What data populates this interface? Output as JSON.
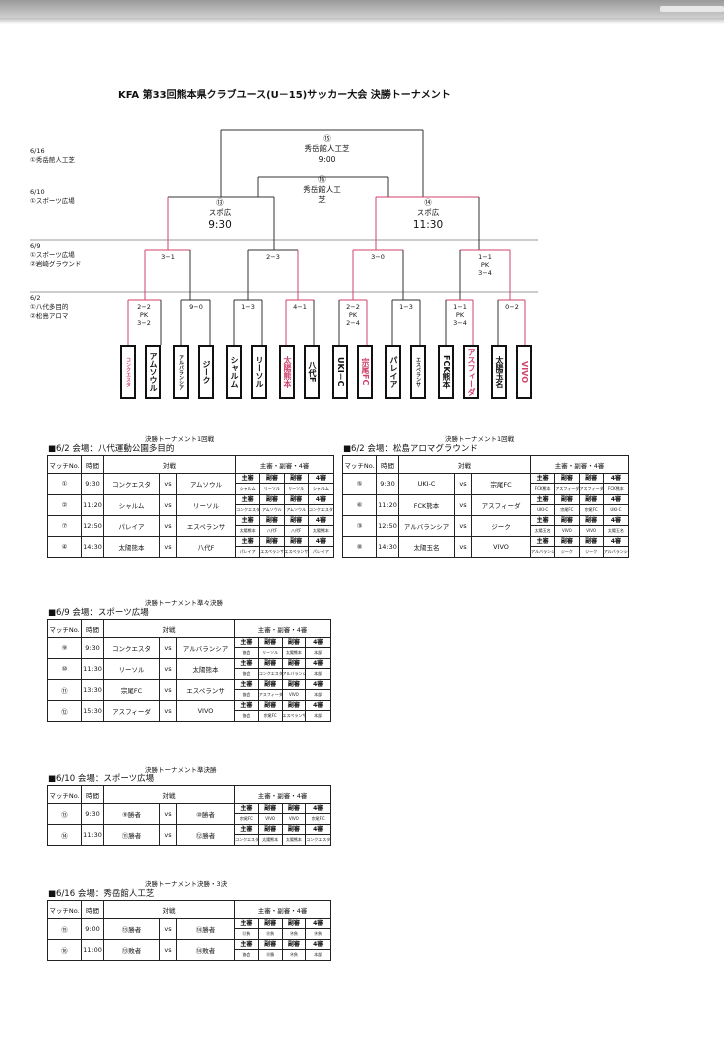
{
  "page_title": "KFA 第33回熊本県クラブユース(U－15)サッカー大会 決勝トーナメント",
  "side_labels": {
    "d616_date": "6/16",
    "d616_venue": "①秀岳館人工芝",
    "d610_date": "6/10",
    "d610_venue": "①スポーツ広場",
    "d69_date": "6/9",
    "d69_venue1": "①スポーツ広場",
    "d69_venue2": "②岩崎グラウンド",
    "d62_date": "6/2",
    "d62_venue1": "①八代多目的",
    "d62_venue2": "②松島アロマ"
  },
  "bracket": {
    "final_no": "⑮",
    "final_venue": "秀岳館人工芝",
    "final_time": "9:00",
    "third_no": "⑯",
    "third_venue_1": "秀岳館人工",
    "third_venue_2": "芝",
    "sf1_no": "⑬",
    "sf1_venue": "スポ広",
    "sf1_time": "9:30",
    "sf2_no": "⑭",
    "sf2_venue": "スポ広",
    "sf2_time": "11:30",
    "qf1_score": "3−1",
    "qf2_score": "2−3",
    "qf3_score": "3−0",
    "qf4_score_1": "1−1",
    "qf4_score_2": "PK",
    "qf4_score_3": "3−4",
    "r1": [
      {
        "s1": "2−2",
        "s2": "PK",
        "s3": "3−2"
      },
      {
        "s1": "9−0",
        "s2": "",
        "s3": ""
      },
      {
        "s1": "1−3",
        "s2": "",
        "s3": ""
      },
      {
        "s1": "4−1",
        "s2": "",
        "s3": ""
      },
      {
        "s1": "2−2",
        "s2": "PK",
        "s3": "2−4"
      },
      {
        "s1": "1−3",
        "s2": "",
        "s3": ""
      },
      {
        "s1": "1−1",
        "s2": "PK",
        "s3": "3−4"
      },
      {
        "s1": "0−2",
        "s2": "",
        "s3": ""
      }
    ],
    "teams": [
      "コンクエスタ",
      "アムソウル",
      "アルバランシア",
      "ジーク",
      "シャルム",
      "リーソル",
      "太陽熊本",
      "八代F",
      "UKI－C",
      "宗尾FC",
      "パレイア",
      "エスペランサ",
      "FCK熊本",
      "アスフィーダ",
      "太陽玉名",
      "VIVO"
    ]
  },
  "common_headers": {
    "match_no": "マッチNo.",
    "time": "時間",
    "match": "対戦",
    "refs": "主審・副審・4審",
    "vs": "vs"
  },
  "r1_left": {
    "heading": "決勝トーナメント1回戦",
    "venue": "■6/2 会場：八代運動公園多目的",
    "rows": [
      {
        "no": "①",
        "time": "9:30",
        "home": "コンクエスタ",
        "away": "アムソウル",
        "refs": [
          "主審",
          "副審",
          "副審",
          "4審",
          "シャルム",
          "リーソル",
          "リーソル",
          "シャルム"
        ]
      },
      {
        "no": "②",
        "time": "11:20",
        "home": "シャルム",
        "away": "リーソル",
        "refs": [
          "主審",
          "副審",
          "副審",
          "4審",
          "コンクエスタ",
          "アムソウル",
          "アムソウル",
          "コンクエスタ"
        ]
      },
      {
        "no": "⑦",
        "time": "12:50",
        "home": "パレイア",
        "away": "エスペランサ",
        "refs": [
          "主審",
          "副審",
          "副審",
          "4審",
          "太陽熊本",
          "八代F",
          "八代F",
          "太陽熊本"
        ]
      },
      {
        "no": "④",
        "time": "14:30",
        "home": "太陽熊本",
        "away": "八代F",
        "refs": [
          "主審",
          "副審",
          "副審",
          "4審",
          "パレイア",
          "エスペランサ",
          "エスペランサ",
          "パレイア"
        ]
      }
    ]
  },
  "r1_right": {
    "heading": "決勝トーナメント1回戦",
    "venue": "■6/2 会場：松島アロマグラウンド",
    "rows": [
      {
        "no": "⑤",
        "time": "9:30",
        "home": "UKI-C",
        "away": "宗尾FC",
        "refs": [
          "主審",
          "副審",
          "副審",
          "4審",
          "FCK熊本",
          "アスフィーダ",
          "アスフィーダ",
          "FCK熊本"
        ]
      },
      {
        "no": "⑥",
        "time": "11:20",
        "home": "FCK熊本",
        "away": "アスフィーダ",
        "refs": [
          "主審",
          "副審",
          "副審",
          "4審",
          "UKI-C",
          "宗尾FC",
          "宗尾FC",
          "UKI-C"
        ]
      },
      {
        "no": "③",
        "time": "12:50",
        "home": "アルバランシア",
        "away": "ジーク",
        "refs": [
          "主審",
          "副審",
          "副審",
          "4審",
          "太陽玉名",
          "VIVO",
          "VIVO",
          "太陽玉名"
        ]
      },
      {
        "no": "⑧",
        "time": "14:30",
        "home": "太陽玉名",
        "away": "VIVO",
        "refs": [
          "主審",
          "副審",
          "副審",
          "4審",
          "アルバランシア",
          "ジーク",
          "ジーク",
          "アルバランシア"
        ]
      }
    ]
  },
  "qf": {
    "heading": "決勝トーナメント準々決勝",
    "venue": "■6/9 会場：スポーツ広場",
    "rows": [
      {
        "no": "⑨",
        "time": "9:30",
        "home": "コンクエスタ",
        "away": "アルバランシア",
        "refs": [
          "主審",
          "副審",
          "副審",
          "4審",
          "協会",
          "リーソル",
          "太陽熊本",
          "本部"
        ]
      },
      {
        "no": "⑩",
        "time": "11:30",
        "home": "リーソル",
        "away": "太陽熊本",
        "refs": [
          "主審",
          "副審",
          "副審",
          "4審",
          "協会",
          "コンクエスタ",
          "アルバランシア",
          "本部"
        ]
      },
      {
        "no": "⑪",
        "time": "13:30",
        "home": "宗尾FC",
        "away": "エスペランサ",
        "refs": [
          "主審",
          "副審",
          "副審",
          "4審",
          "協会",
          "アスフィーダ",
          "VIVO",
          "本部"
        ]
      },
      {
        "no": "⑫",
        "time": "15:30",
        "home": "アスフィーダ",
        "away": "VIVO",
        "refs": [
          "主審",
          "副審",
          "副審",
          "4審",
          "協会",
          "宗尾FC",
          "エスペランサ",
          "本部"
        ]
      }
    ]
  },
  "sf": {
    "heading": "決勝トーナメント準決勝",
    "venue": "■6/10 会場：スポーツ広場",
    "rows": [
      {
        "no": "⑬",
        "time": "9:30",
        "home": "⑨勝者",
        "away": "⑩勝者",
        "refs": [
          "主審",
          "副審",
          "副審",
          "4審",
          "宗尾FC",
          "VIVO",
          "VIVO",
          "宗尾FC"
        ]
      },
      {
        "no": "⑭",
        "time": "11:30",
        "home": "⑪勝者",
        "away": "⑫勝者",
        "refs": [
          "主審",
          "副審",
          "副審",
          "4審",
          "コンクエスタ",
          "太陽熊本",
          "太陽熊本",
          "コンクエスタ"
        ]
      }
    ]
  },
  "final": {
    "heading": "決勝トーナメント決勝・3決",
    "venue": "■6/16 会場：秀岳館人工芝",
    "rows": [
      {
        "no": "⑮",
        "time": "9:00",
        "home": "⑬勝者",
        "away": "⑭勝者",
        "refs": [
          "主審",
          "副審",
          "副審",
          "4審",
          "⑬負",
          "⑬負",
          "⑭負",
          "⑭負"
        ]
      },
      {
        "no": "⑯",
        "time": "11:00",
        "home": "⑬敗者",
        "away": "⑭敗者",
        "refs": [
          "主審",
          "副審",
          "副審",
          "4審",
          "協会",
          "⑬勝",
          "⑭負",
          "本部"
        ]
      }
    ]
  },
  "colors": {
    "line": "#333333",
    "red_line": "#d0426b",
    "red_text": "#d0426b"
  }
}
